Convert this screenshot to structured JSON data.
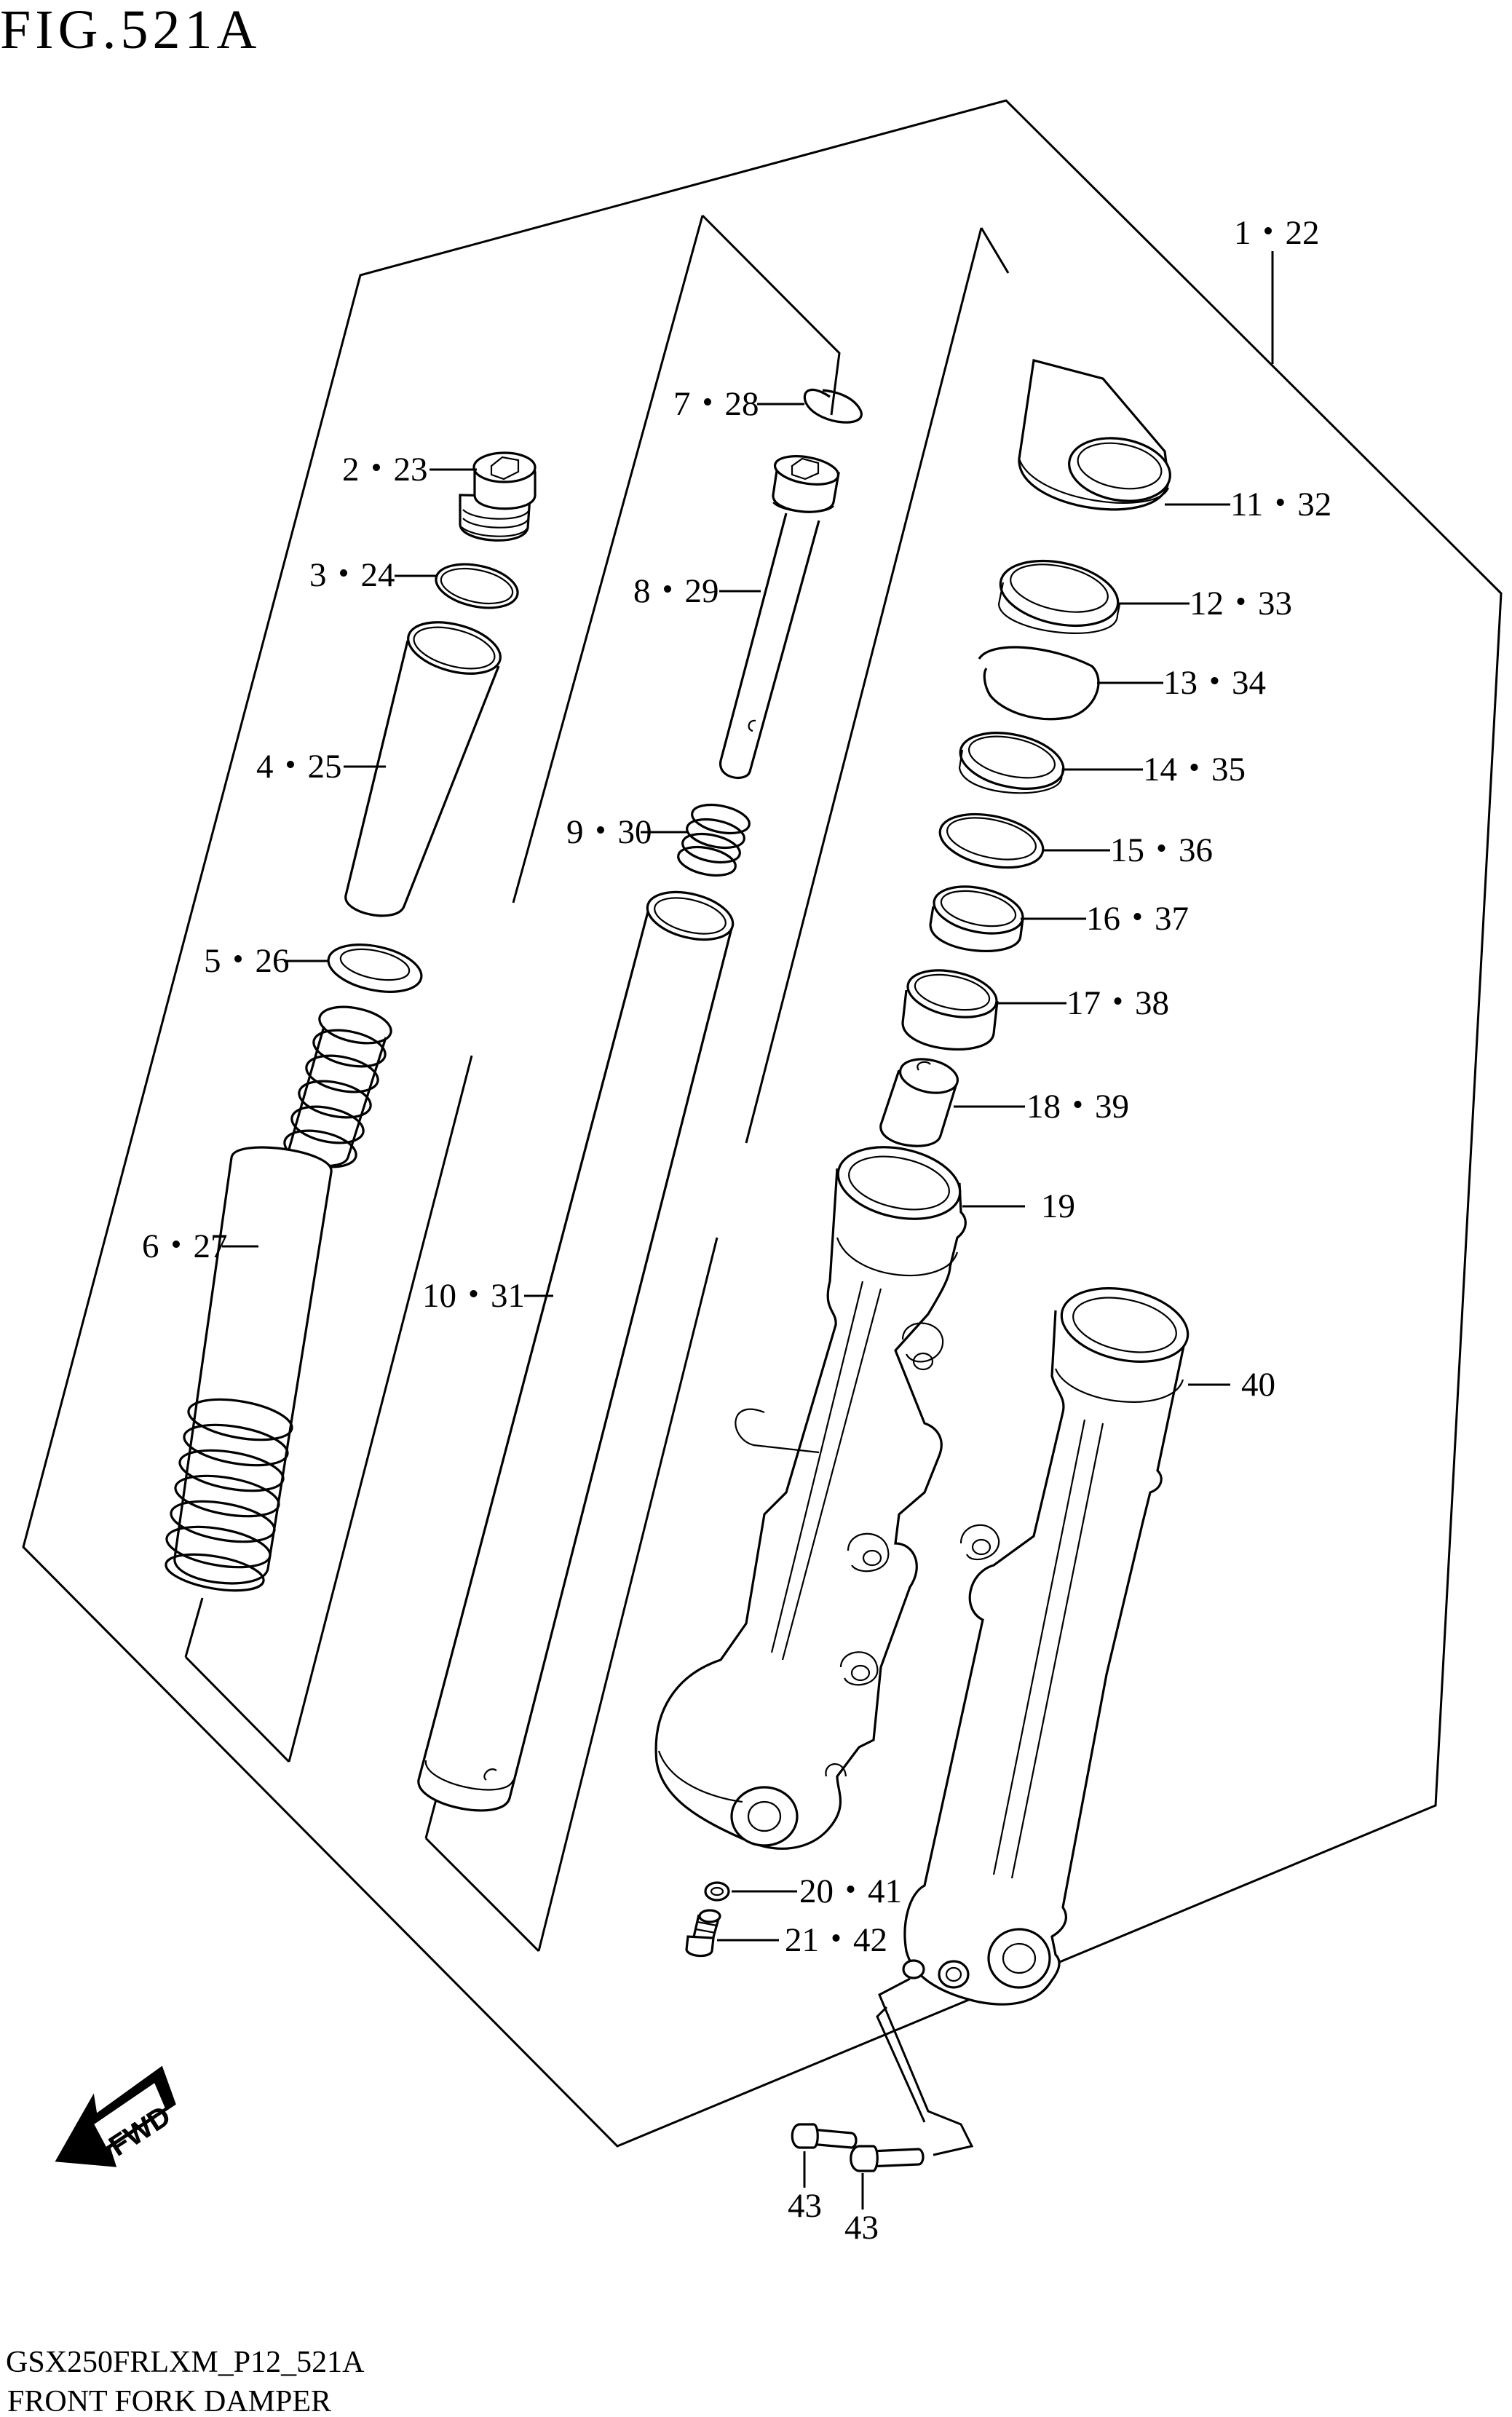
{
  "figure_title": "FIG.521A",
  "footer": {
    "code": "GSX250FRLXM_P12_521A",
    "caption": "FRONT FORK DAMPER"
  },
  "fwd_badge": "FWD",
  "icon": "fwd-arrow-icon",
  "callouts": {
    "c1_22": "1・22",
    "c2_23": "2・23",
    "c3_24": "3・24",
    "c4_25": "4・25",
    "c5_26": "5・26",
    "c6_27": "6・27",
    "c7_28": "7・28",
    "c8_29": "8・29",
    "c9_30": "9・30",
    "c10_31": "10・31",
    "c11_32": "11・32",
    "c12_33": "12・33",
    "c13_34": "13・34",
    "c14_35": "14・35",
    "c15_36": "15・36",
    "c16_37": "16・37",
    "c17_38": "17・38",
    "c18_39": "18・39",
    "c19": "19",
    "c40": "40",
    "c20_41": "20・41",
    "c21_42": "21・42",
    "c43a": "43",
    "c43b": "43"
  }
}
